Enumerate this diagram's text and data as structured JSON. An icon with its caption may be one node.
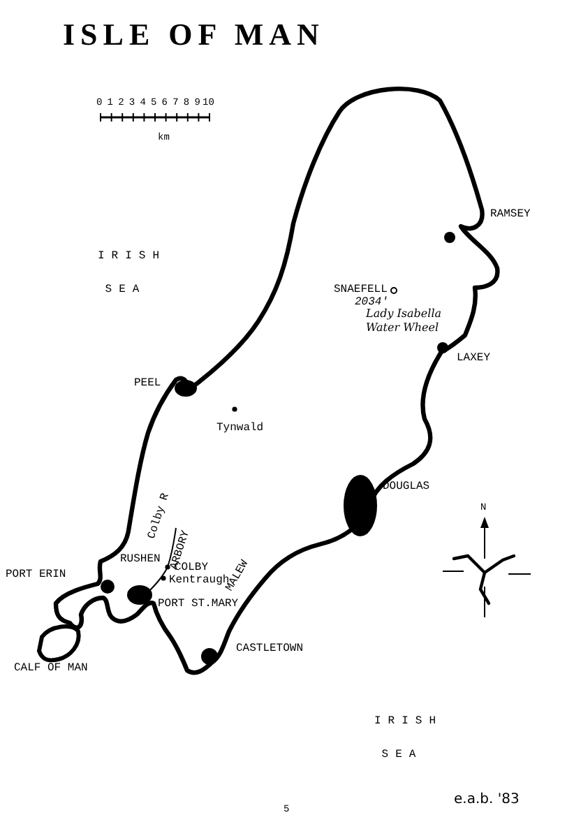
{
  "diagram": {
    "title": "ISLE OF MAN",
    "labels": [
      "0",
      "1",
      "2",
      "3",
      "4",
      "5",
      "6",
      "7",
      "8",
      "9",
      "10",
      "km",
      "IRISH SEA",
      "RAMSEY",
      "SNAEFELL",
      "2034'",
      "Lady Isabella Water Wheel",
      "LAXEY",
      "PEEL",
      "Tynwald",
      "DOUGLAS",
      "N",
      "Colby R",
      "ARBORY",
      "MALEW",
      "RUSHEN",
      "COLBY",
      "Kentraugh",
      "PORT ERIN",
      "PORT ST.MARY",
      "CASTLETOWN",
      "CALF OF MAN",
      "IRISH SEA",
      "5",
      "e.a.b. '83"
    ]
  }
}
